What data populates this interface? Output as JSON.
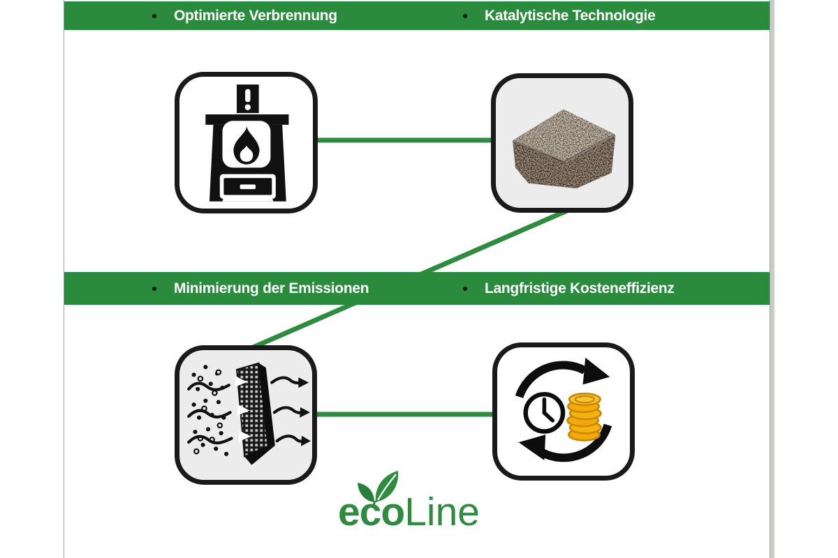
{
  "colors": {
    "banner_green": "#2a8b3d",
    "connector_green": "#2e8b40",
    "logo_green": "#2e8b40",
    "card_border_black": "#1a1a1a",
    "card_gray_background": "#ececec",
    "coin_gold": "#f3a90b"
  },
  "banners": [
    {
      "items": [
        "Optimierte Verbrennung",
        "Katalytische Technologie"
      ]
    },
    {
      "items": [
        "Minimierung der Emissionen",
        "Langfristige Kosteneffizienz"
      ]
    }
  ],
  "cards": [
    {
      "icon": "wood-stove-icon"
    },
    {
      "icon": "catalyst-foam-image"
    },
    {
      "icon": "particle-filter-icon"
    },
    {
      "icon": "time-money-cycle-icon"
    }
  ],
  "logo": {
    "bold": "eco",
    "light": "Line"
  }
}
